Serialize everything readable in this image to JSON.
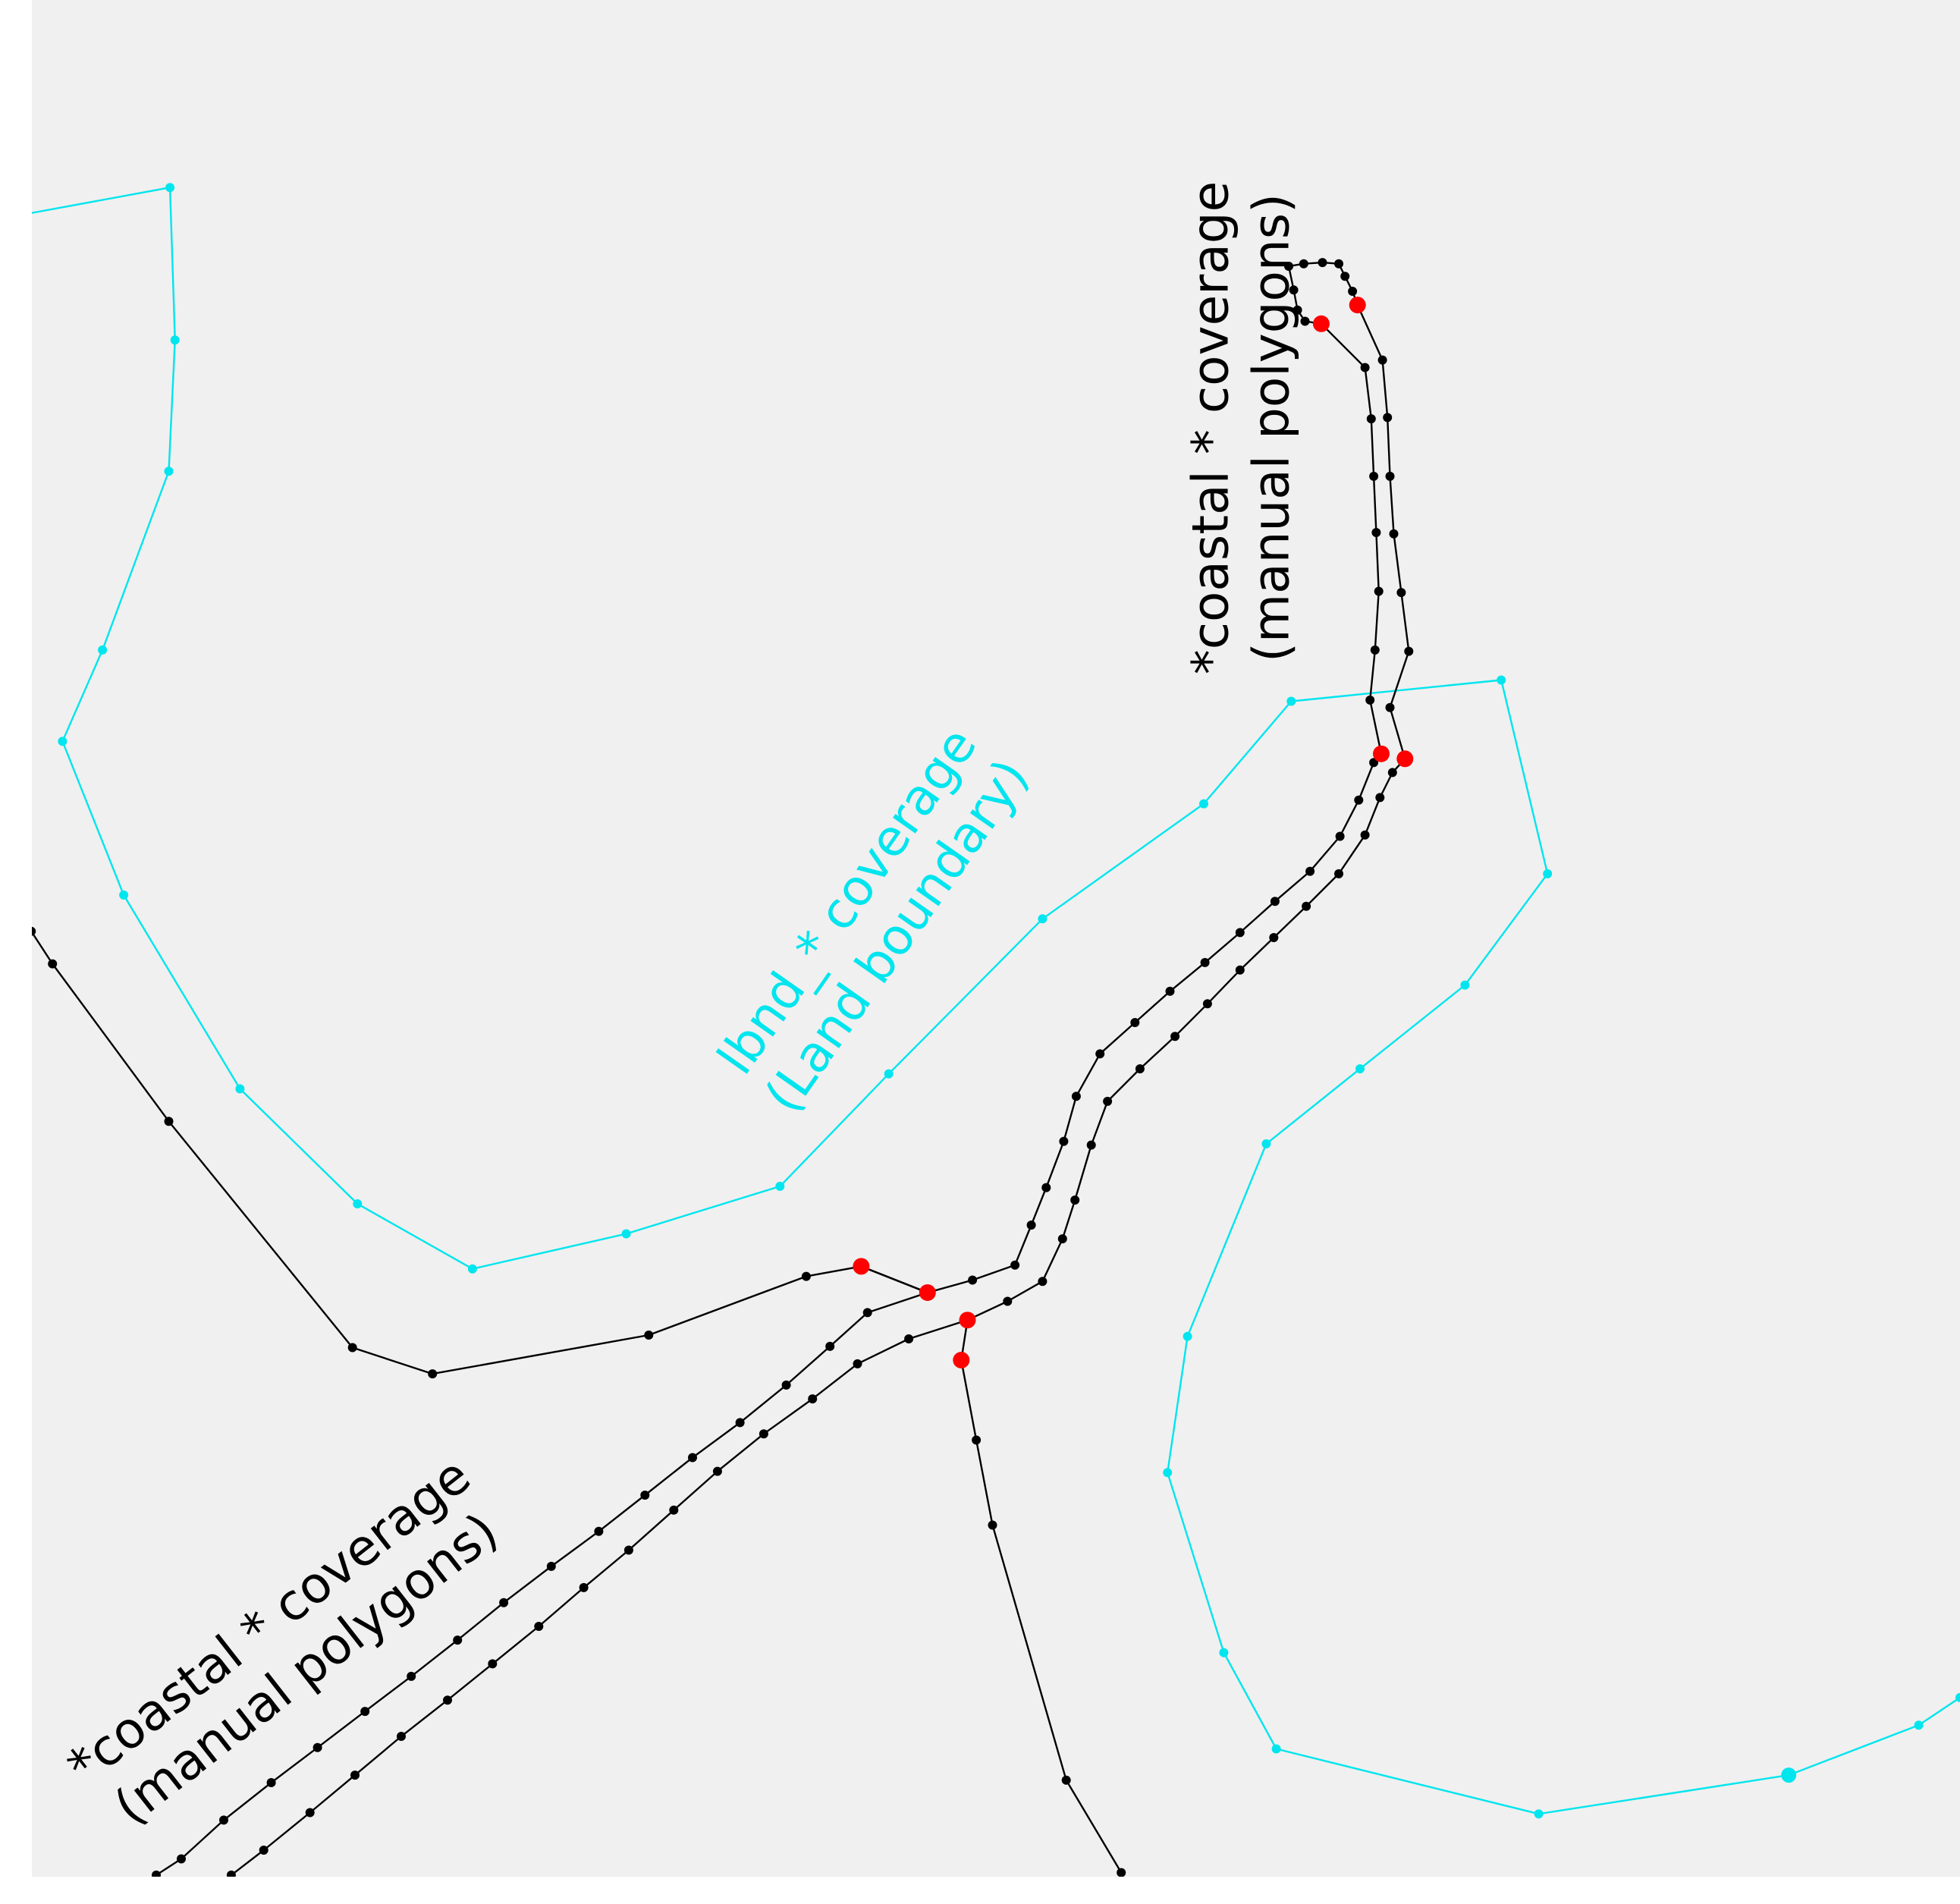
{
  "map": {
    "background": "#f0f0f0",
    "labels": {
      "coastal_top": {
        "line1": "*coastal * coverage",
        "line2": "(manual polygons)",
        "color": "#000000"
      },
      "lbnd": {
        "line1": "lbnd_* coverage",
        "line2": "(Land boundary)",
        "color": "#00e5ee"
      },
      "coastal_bottom": {
        "line1": "*coastal * coverage",
        "line2": "(manual polygons)",
        "color": "#000000"
      }
    },
    "styles": {
      "land_boundary_color": "#00e5ee",
      "coastal_line_color": "#000000",
      "junction_node_color": "#ff0000"
    }
  }
}
